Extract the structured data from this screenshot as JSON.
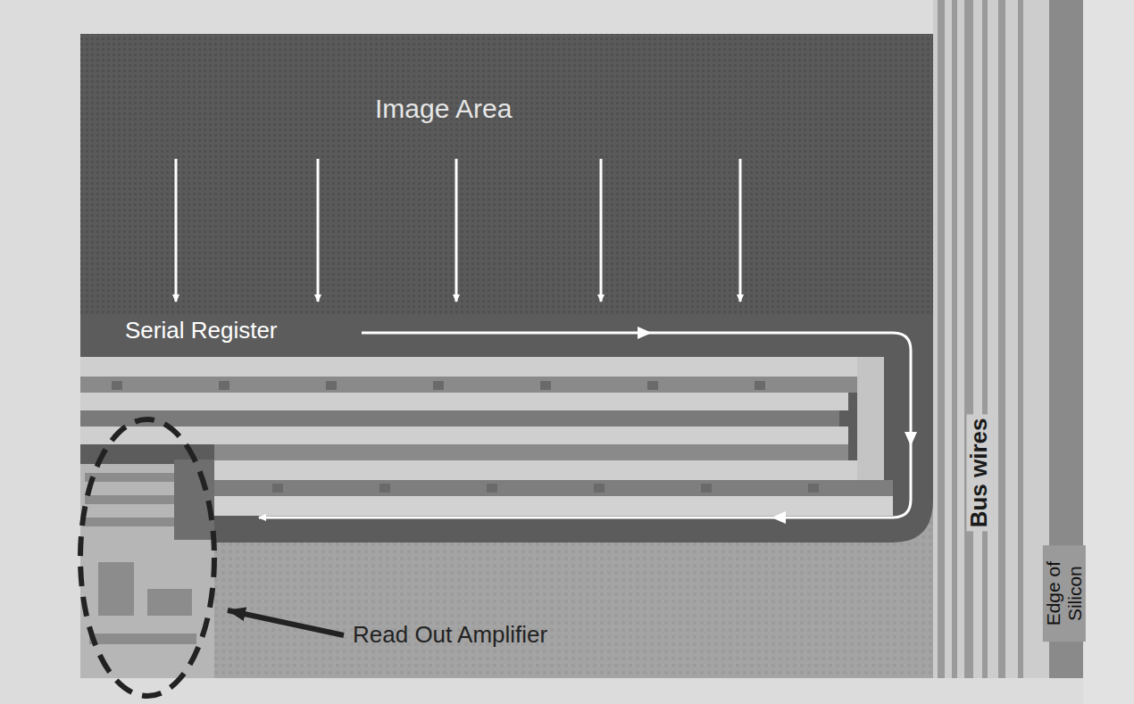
{
  "diagram": {
    "labels": [
      "Image Area",
      "Serial Register",
      "Read Out Amplifier",
      "Bus wires",
      "Edge of Silicon"
    ]
  }
}
